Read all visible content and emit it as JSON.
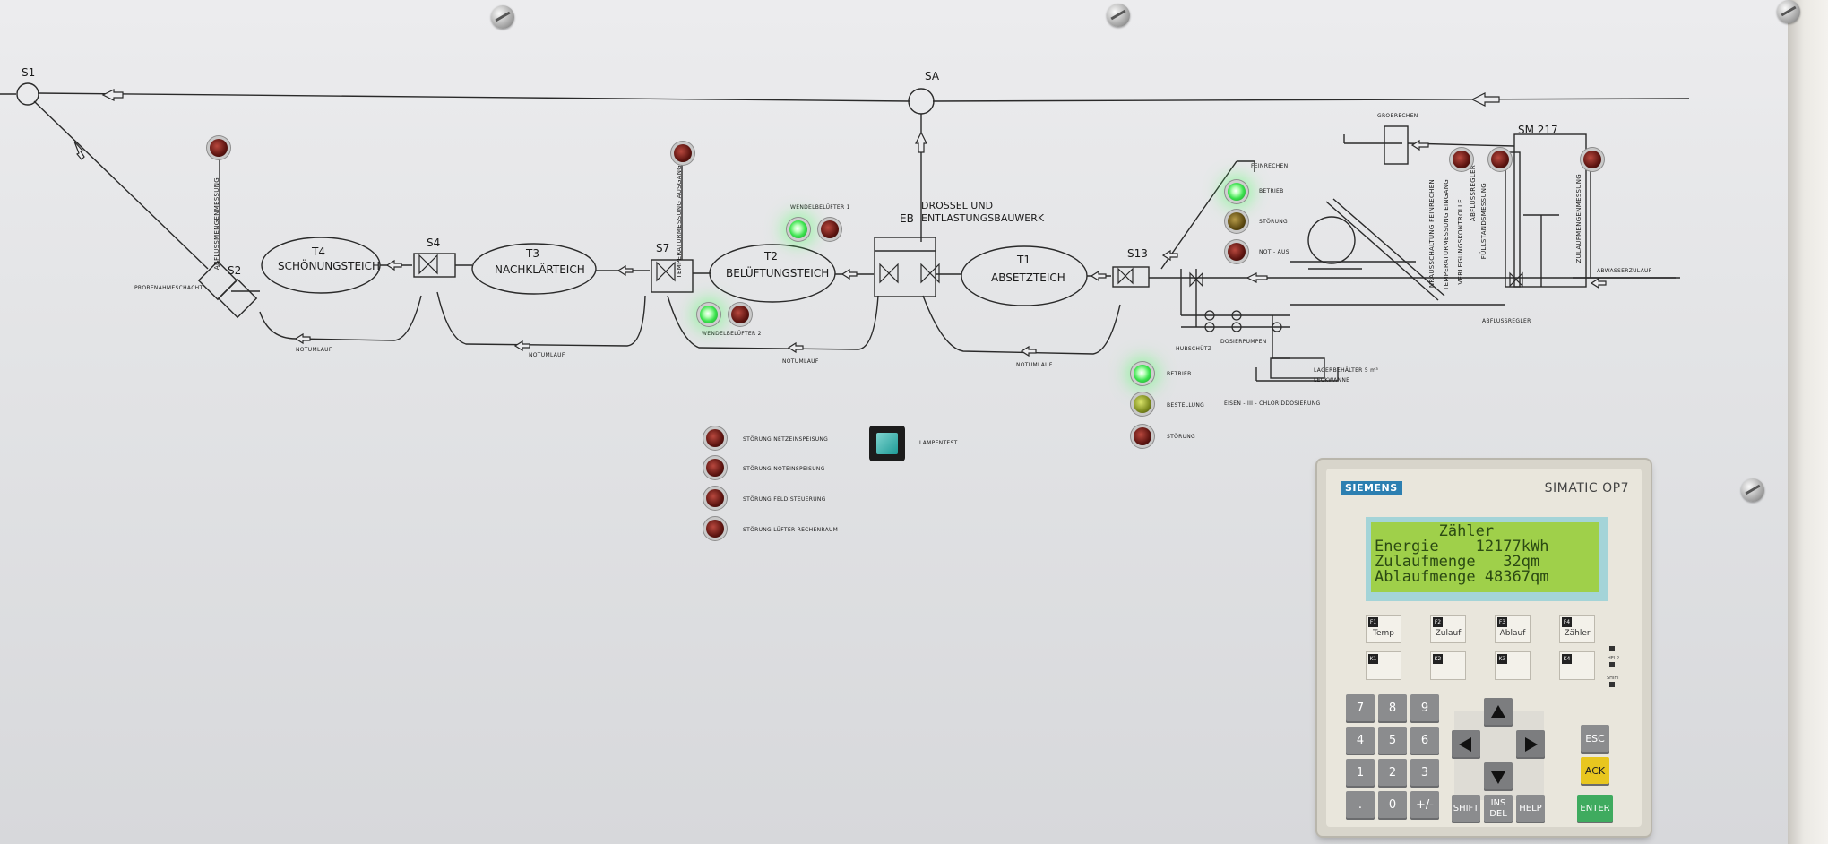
{
  "panel": {
    "stations": {
      "s1": "S1",
      "sa": "SA",
      "s2": "S2",
      "s4": "S4",
      "s7": "S7",
      "eb": "EB",
      "s13": "S13",
      "sm217": "SM 217"
    },
    "ponds": {
      "t4": {
        "id": "T4",
        "name": "SCHÖNUNGSTEICH"
      },
      "t3": {
        "id": "T3",
        "name": "NACHKLÄRTEICH"
      },
      "t2": {
        "id": "T2",
        "name": "BELÜFTUNGSTEICH"
      },
      "t1": {
        "id": "T1",
        "name": "ABSETZTEICH"
      }
    },
    "labels": {
      "drossel": "DROSSEL UND",
      "entlastung": "ENTLASTUNGSBAUWERK",
      "probenahme": "PROBENAHMESCHACHT",
      "notumlauf": "NOTUMLAUF",
      "wendel1": "WENDELBELÜFTER 1",
      "wendel2": "WENDELBELÜFTER 2",
      "grobrechen": "GROBRECHEN",
      "feinrechen": "FEINRECHEN",
      "abwasserzulauf": "ABWASSERZULAUF",
      "abflussregler": "ABFLUSSREGLER",
      "hubschuetz": "HUBSCHÜTZ",
      "dosierpumpen": "DOSIERPUMPEN",
      "lagerbehaelter": "LAGERBEHÄLTER 5 m³",
      "leckwanne": "LECKWANNE",
      "eisen": "EISEN - III - CHLORIDDOSIERUNG",
      "betrieb": "BETRIEB",
      "stoerung": "STÖRUNG",
      "notaus": "NOT - AUS",
      "bestellung": "BESTELLUNG",
      "lampentest": "LAMPENTEST",
      "v_abflussmenge": "ABFLUSSMENGENMESSUNG",
      "v_temp_ausgang": "TEMPERATURMESSUNG AUSGANG",
      "v_nr_feinrechen": "NRAUSSCHALTUNG FEINRECHEN",
      "v_temp_eingang": "TEMPERATURMESSUNG EINGANG",
      "v_verleg": "VERLEGUNGSKONTROLLE",
      "v_abflussregler": "ABFLUSSREGLER",
      "v_fuellstand": "FÜLLSTANDSMESSUNG",
      "v_zulauf": "ZULAUFMENGENMESSUNG"
    },
    "faults": [
      "STÖRUNG NETZEINSPEISUNG",
      "STÖRUNG NOTEINSPEISUNG",
      "STÖRUNG FELD STEUERUNG",
      "STÖRUNG LÜFTER RECHENRAUM"
    ]
  },
  "op7": {
    "brand": "SIEMENS",
    "model": "SIMATIC OP7",
    "lcd": {
      "line1": "       Zähler",
      "line2": "Energie    12177kWh",
      "line3": "Zulaufmenge   32qm",
      "line4": "Ablaufmenge 48367qm"
    },
    "fkeys": [
      {
        "fn": "F1",
        "label": "Temp"
      },
      {
        "fn": "F2",
        "label": "Zulauf"
      },
      {
        "fn": "F3",
        "label": "Ablauf"
      },
      {
        "fn": "F4",
        "label": "Zähler"
      }
    ],
    "kkeys": [
      "K1",
      "K2",
      "K3",
      "K4"
    ],
    "leds": {
      "help": "HELP",
      "shift": "SHIFT"
    },
    "keypad": [
      "7",
      "8",
      "9",
      "4",
      "5",
      "6",
      "1",
      "2",
      "3",
      ".",
      "0",
      "+/-"
    ],
    "keys": {
      "esc": "ESC",
      "ack": "ACK",
      "shift": "SHIFT",
      "ins": "INS",
      "del": "DEL",
      "help": "HELP",
      "enter": "ENTER"
    }
  },
  "colors": {
    "lamp_green": "#3be24e",
    "lamp_red": "#5c1410",
    "lcd": "#9fd04a",
    "siemens_blue": "#2c7fb1",
    "ack_yellow": "#e8c61f",
    "enter_green": "#3fab5f"
  }
}
